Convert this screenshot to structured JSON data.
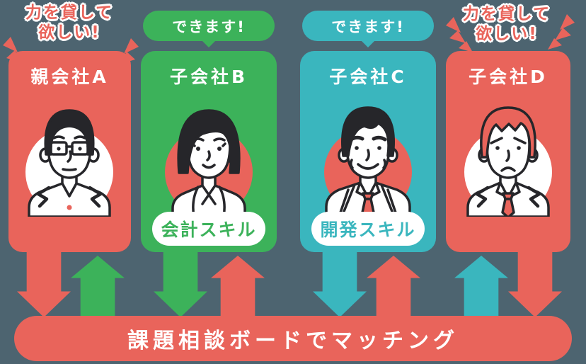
{
  "colors": {
    "background": "#4D6470",
    "red": "#E9645B",
    "green": "#3CB25A",
    "teal": "#3AB6BE",
    "ink": "#26262A"
  },
  "callouts": {
    "parent_a": {
      "line1": "力を貸して",
      "line2": "欲しい!"
    },
    "child_d": {
      "line1": "力を貸して",
      "line2": "欲しい!"
    }
  },
  "bubbles": {
    "child_b": "できます!",
    "child_c": "できます!"
  },
  "cards": {
    "parent_a": {
      "title": "親会社A"
    },
    "child_b": {
      "title": "子会社B",
      "skill": "会計スキル"
    },
    "child_c": {
      "title": "子会社C",
      "skill": "開発スキル"
    },
    "child_d": {
      "title": "子会社D"
    }
  },
  "board": {
    "label": "課題相談ボードでマッチング"
  }
}
